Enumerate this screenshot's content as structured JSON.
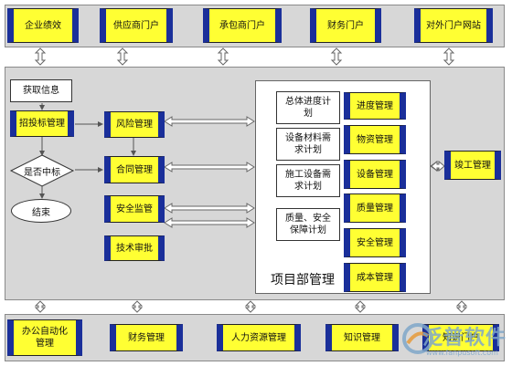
{
  "top_portals": [
    "企业绩效",
    "供应商门户",
    "承包商门户",
    "财务门户",
    "对外门户网站"
  ],
  "bottom_systems": [
    "办公自动化\n管理",
    "财务管理",
    "人力资源管理",
    "知识管理",
    "知识门户"
  ],
  "left_flow": {
    "get_info": "获取信息",
    "bidding": "招投标管理",
    "decision": "是否中标",
    "end": "结束"
  },
  "middle_modules": [
    "风险管理",
    "合同管理",
    "安全监管",
    "技术审批"
  ],
  "plans": [
    "总体进度计\n划",
    "设备材料需\n求计划",
    "施工设备需\n求计划",
    "质量、安全\n保障计划"
  ],
  "project_modules": [
    "进度管理",
    "物资管理",
    "设备管理",
    "质量管理",
    "安全管理",
    "成本管理"
  ],
  "project_dept_label": "项目部管理",
  "completion": "竣工管理",
  "logo": {
    "brand": "泛普软件",
    "url": "www.fanpusoft.com"
  }
}
